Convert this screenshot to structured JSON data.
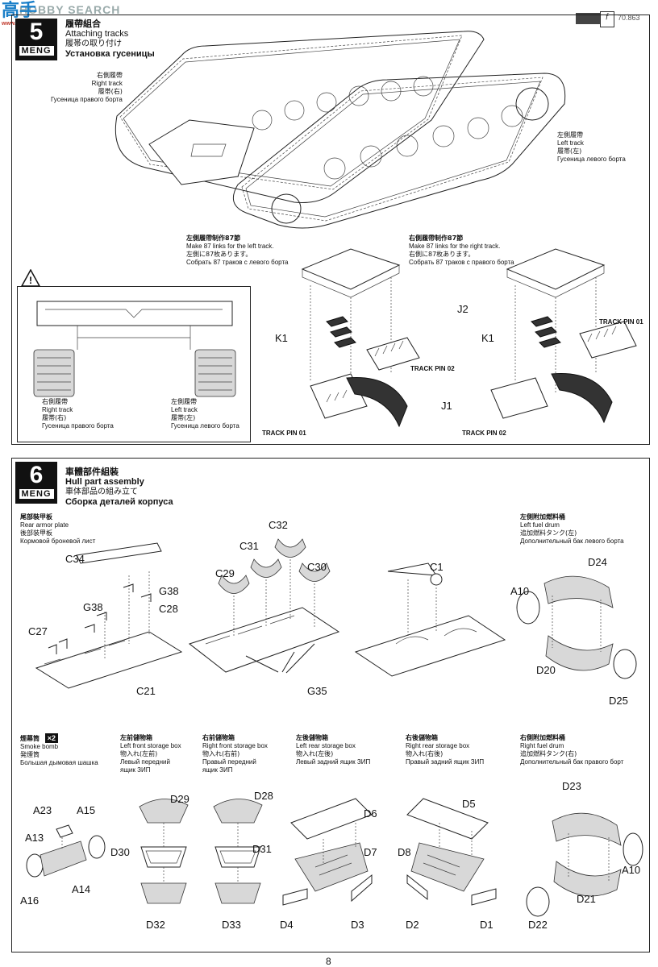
{
  "watermark": "HOBBY SEARCH",
  "corner_logo_text": "高手",
  "corner_site": "www.cnhas.com",
  "page_ref": "70.863",
  "page_number": "8",
  "step5": {
    "number": "5",
    "brand": "MENG",
    "title_zh": "履帶組合",
    "title_en": "Attaching tracks",
    "title_ja": "履帯の取り付け",
    "title_ru": "Установка гусеницы",
    "right_track": {
      "zh": "右側履帶",
      "en": "Right track",
      "ja": "履帯(右)",
      "ru": "Гусеница правого борта"
    },
    "left_track": {
      "zh": "左側履帶",
      "en": "Left track",
      "ja": "履帯(左)",
      "ru": "Гусеница левого борта"
    },
    "warning_right": {
      "zh": "右側履帶",
      "en": "Right track",
      "ja": "履帯(右)",
      "ru": "Гусеница правого борта"
    },
    "warning_left": {
      "zh": "左側履帶",
      "en": "Left track",
      "ja": "履帯(左)",
      "ru": "Гусеница левого борта"
    },
    "left_jig": {
      "zh": "左側履帶制作87節",
      "en": "Make 87 links for the left track.",
      "ja": "左側に87枚あります。",
      "ru": "Собрать 87 траков с левого борта"
    },
    "right_jig": {
      "zh": "右側履帶制作87節",
      "en": "Make 87 links for the right track.",
      "ja": "右側に87枚あります。",
      "ru": "Собрать 87 траков с правого борта"
    },
    "parts": {
      "j2": "J2",
      "j1": "J1",
      "k1_left": "K1",
      "k1_right": "K1"
    },
    "track_pin_01_left": "TRACK PIN 01",
    "track_pin_02_left": "TRACK PIN 02",
    "track_pin_01_right": "TRACK PIN 01",
    "track_pin_02_right": "TRACK PIN 02"
  },
  "step6": {
    "number": "6",
    "brand": "MENG",
    "title_zh": "車體部件組裝",
    "title_en": "Hull part assembly",
    "title_ja": "車体部品の組み立て",
    "title_ru": "Сборка деталей корпуса",
    "rear_armor": {
      "zh": "尾部裝甲板",
      "en": "Rear armor plate",
      "ja": "後部装甲板",
      "ru": "Кормовой броневой лист"
    },
    "left_fuel": {
      "zh": "左側附加燃料桶",
      "en": "Left fuel drum",
      "ja": "追加燃料タンク(左)",
      "ru": "Дополнительный бак левого борта"
    },
    "smoke": {
      "zh": "煙幕筒",
      "en": "Smoke bomb",
      "ja": "発煙筒",
      "ru": "Большая дымовая шашка",
      "qty": "×2"
    },
    "lf_box": {
      "zh": "左前儲物箱",
      "en": "Left front storage box",
      "ja": "物入れ(左前)",
      "ru1": "Левый передний",
      "ru2": "ящик ЗИП"
    },
    "rf_box": {
      "zh": "右前儲物箱",
      "en": "Right front storage box",
      "ja": "物入れ(右前)",
      "ru1": "Правый передний",
      "ru2": "ящик ЗИП"
    },
    "lr_box": {
      "zh": "左後儲物箱",
      "en": "Left rear storage box",
      "ja": "物入れ(左後)",
      "ru": "Левый задний ящик ЗИП"
    },
    "rr_box": {
      "zh": "右後儲物箱",
      "en": "Right rear storage box",
      "ja": "物入れ(右後)",
      "ru": "Правый задний ящик ЗИП"
    },
    "right_fuel": {
      "zh": "右側附加燃料桶",
      "en": "Right fuel drum",
      "ja": "追加燃料タンク(右)",
      "ru": "Дополнительный бак правого борт"
    },
    "parts": {
      "c34": "C34",
      "g38a": "G38",
      "g38b": "G38",
      "c28": "C28",
      "c27": "C27",
      "c21": "C21",
      "c32": "C32",
      "c31": "C31",
      "c29": "C29",
      "c30": "C30",
      "g35": "G35",
      "c1": "C1",
      "d24": "D24",
      "a10a": "A10",
      "d20": "D20",
      "d25": "D25",
      "a23": "A23",
      "a15": "A15",
      "a13": "A13",
      "a16": "A16",
      "a14": "A14",
      "d29": "D29",
      "d30": "D30",
      "d32": "D32",
      "d28": "D28",
      "d31": "D31",
      "d33": "D33",
      "d6": "D6",
      "d7": "D7",
      "d4": "D4",
      "d3": "D3",
      "d5": "D5",
      "d8": "D8",
      "d2": "D2",
      "d1": "D1",
      "d23": "D23",
      "a10b": "A10",
      "d21": "D21",
      "d22": "D22"
    }
  }
}
